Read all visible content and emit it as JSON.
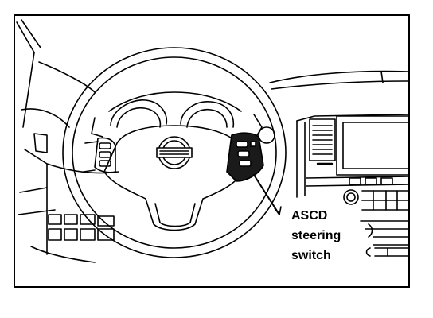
{
  "callout": {
    "line1": "ASCD",
    "line2": "steering",
    "line3": "switch"
  },
  "colors": {
    "ink": "#000000",
    "paper": "#ffffff",
    "shade": "#1a1a1a"
  }
}
